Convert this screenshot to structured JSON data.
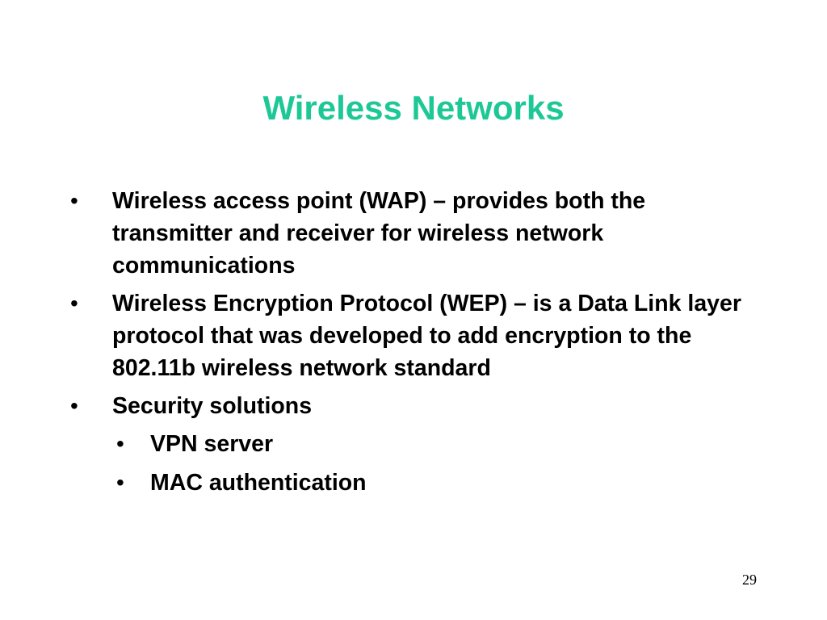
{
  "slide": {
    "title": "Wireless Networks",
    "bullet_glyph": "•",
    "items": [
      {
        "level": 1,
        "text": "Wireless access point (WAP) – provides both the transmitter and receiver for wireless network communications"
      },
      {
        "level": 1,
        "text": "Wireless Encryption Protocol (WEP) – is a Data Link layer protocol that was developed to add encryption to the 802.11b wireless network standard"
      },
      {
        "level": 1,
        "text": "Security solutions"
      },
      {
        "level": 2,
        "text": "VPN server"
      },
      {
        "level": 2,
        "text": "MAC authentication"
      }
    ],
    "page_number": "29",
    "colors": {
      "title": "#1ec896",
      "text": "#000000",
      "background": "#ffffff"
    }
  }
}
